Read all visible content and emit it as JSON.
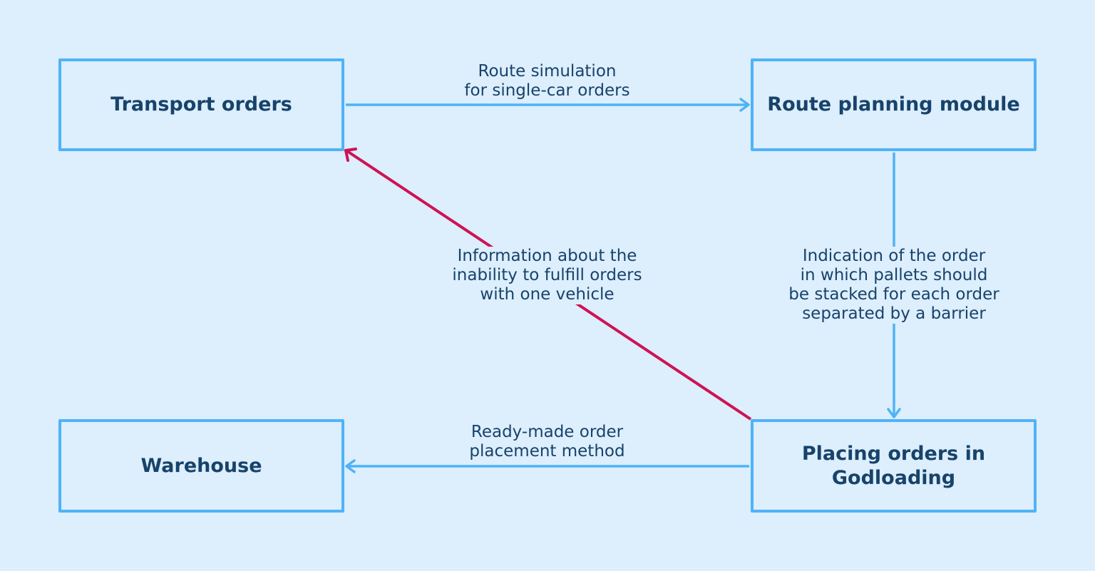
{
  "colors": {
    "background": "#ddeefc",
    "node_border": "#4fb3f8",
    "flow_arrow": "#4fb3f8",
    "feedback_arrow": "#cc1455",
    "text": "#17436b"
  },
  "nodes": {
    "transport_orders": "Transport orders",
    "route_planning": "Route planning module",
    "warehouse": "Warehouse",
    "placing_orders": "Placing orders in Godloading"
  },
  "edges": {
    "route_simulation": {
      "line1": "Route simulation",
      "line2": "for single-car orders"
    },
    "indication": {
      "line1": "Indication of the order",
      "line2": "in which pallets should",
      "line3": "be stacked for each order",
      "line4": "separated by a barrier"
    },
    "inability": {
      "line1": "Information about the",
      "line2": "inability to fulfill orders",
      "line3": "with one vehicle"
    },
    "ready_made": {
      "line1": "Ready-made order",
      "line2": "placement method"
    }
  }
}
